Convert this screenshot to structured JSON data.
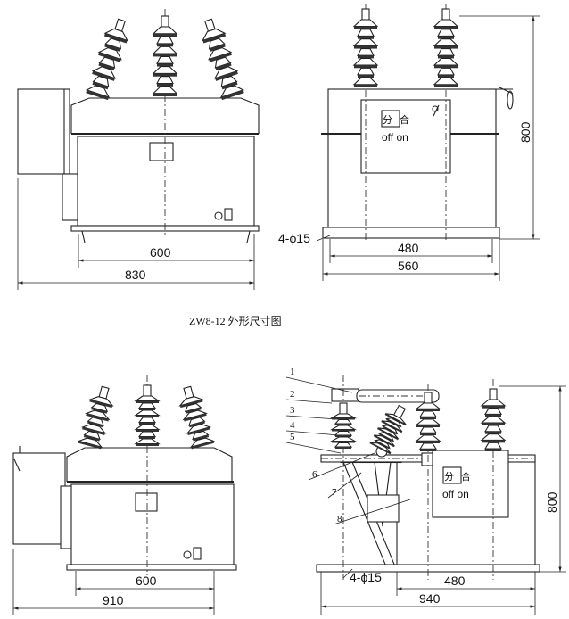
{
  "caption": "ZW8-12 外形尺寸图",
  "top_front": {
    "dim_inner": "600",
    "dim_outer": "830"
  },
  "top_side": {
    "dim_inner": "480",
    "dim_outer": "560",
    "dim_height": "800",
    "holes": "4-ϕ15",
    "switch_open": "分",
    "switch_close": "合",
    "off_on": "off on"
  },
  "bottom_front": {
    "dim_inner": "600",
    "dim_outer": "910"
  },
  "bottom_side": {
    "dim_inner": "480",
    "dim_outer": "940",
    "dim_height": "800",
    "holes": "4-ϕ15",
    "switch_open": "分",
    "switch_close": "合",
    "off_on": "off on",
    "parts": [
      "1",
      "2",
      "3",
      "4",
      "5",
      "6",
      "7",
      "8"
    ]
  }
}
